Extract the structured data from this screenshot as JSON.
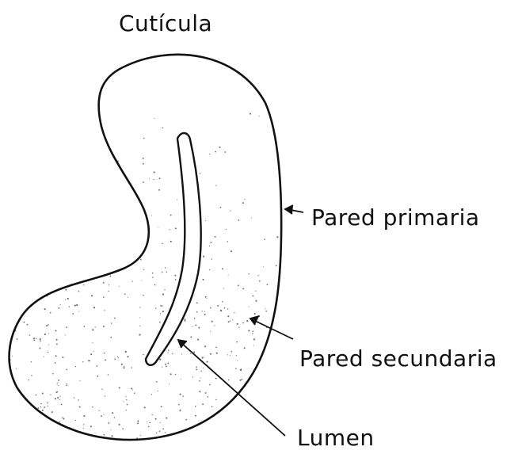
{
  "labels": {
    "cuticle": "Cutícula",
    "primary_wall": "Pared primaria",
    "secondary_wall": "Pared secundaria",
    "lumen": "Lumen"
  },
  "colors": {
    "ink": "#111111",
    "background": "#ffffff",
    "stipple": "#6a6a6a"
  }
}
